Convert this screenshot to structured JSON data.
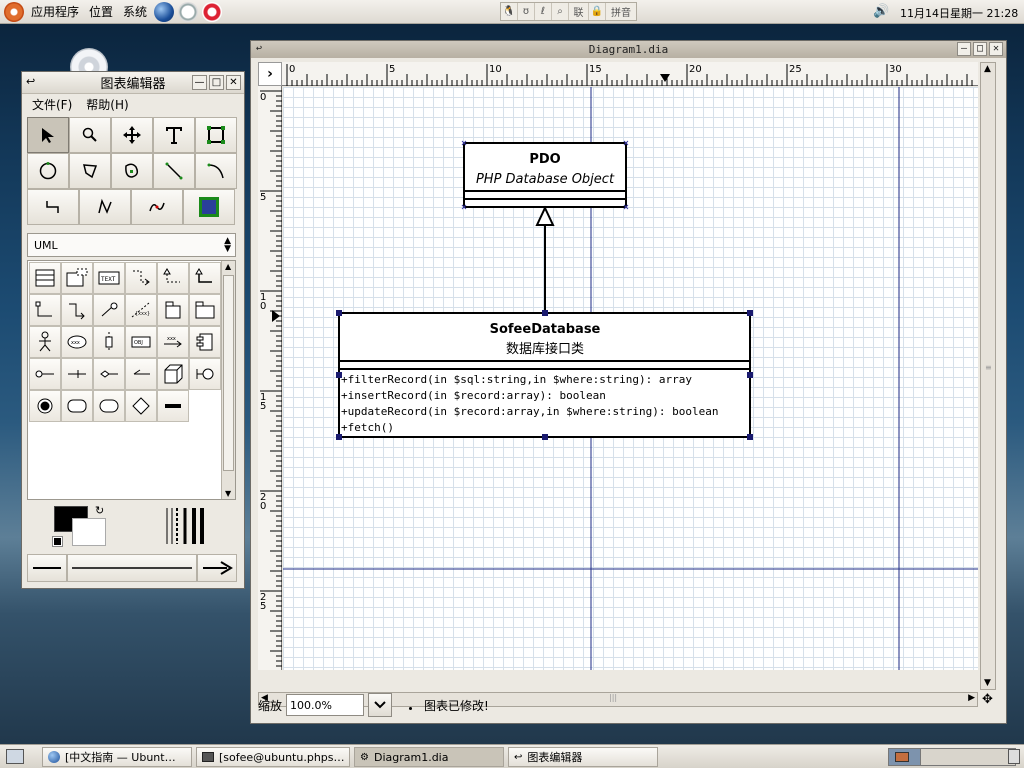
{
  "top_panel": {
    "menus": [
      "应用程序",
      "位置",
      "系统"
    ],
    "clock": "11月14日星期一 21:28",
    "tray": [
      "联",
      "拼音"
    ]
  },
  "toolbox": {
    "title": "图表编辑器",
    "menu": [
      "文件(F)",
      "帮助(H)"
    ],
    "sheet": "UML"
  },
  "dia_window": {
    "title": "Diagram1.dia",
    "ruler_h": [
      "0",
      "5",
      "10",
      "15",
      "20",
      "25",
      "30"
    ],
    "ruler_v": [
      "0",
      "5",
      "10",
      "15",
      "20",
      "25"
    ],
    "zoom_label": "缩放",
    "zoom_value": "100.0%",
    "status": "图表已修改!"
  },
  "diagram": {
    "class_pdo": {
      "name": "PDO",
      "comment": "PHP Database Object"
    },
    "class_sofee": {
      "name": "SofeeDatabase",
      "comment": "数据库接口类",
      "operations": [
        "+filterRecord(in $sql:string,in $where:string): array",
        "+insertRecord(in $record:array): boolean",
        "+updateRecord(in $record:array,in $where:string): boolean",
        "+fetch()"
      ]
    }
  },
  "taskbar": [
    "[中文指南 — Ubunt…",
    "[sofee@ubuntu.phps…",
    "Diagram1.dia",
    "图表编辑器"
  ],
  "colors": {
    "grid": "#d6e0ea",
    "guide_line": "#1c2a86",
    "handle": "#1a1a6e"
  }
}
